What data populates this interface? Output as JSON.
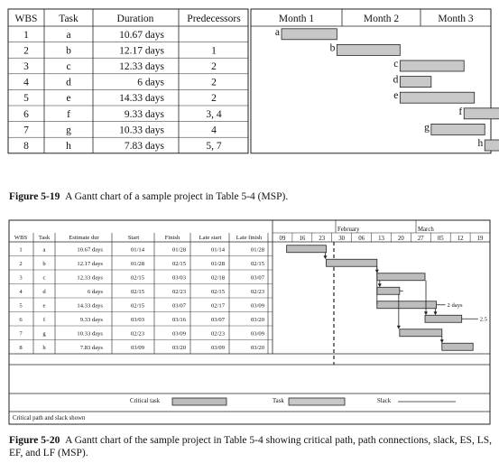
{
  "table1": {
    "headers": [
      "WBS",
      "Task",
      "Duration",
      "Predecessors"
    ],
    "months": [
      "Month 1",
      "Month 2",
      "Month 3"
    ],
    "rows": [
      {
        "wbs": "1",
        "task": "a",
        "duration": "10.67 days",
        "pred": "",
        "start": 0,
        "dur": 10.67
      },
      {
        "wbs": "2",
        "task": "b",
        "duration": "12.17 days",
        "pred": "1",
        "start": 10.67,
        "dur": 12.17
      },
      {
        "wbs": "3",
        "task": "c",
        "duration": "12.33 days",
        "pred": "2",
        "start": 22.84,
        "dur": 12.33
      },
      {
        "wbs": "4",
        "task": "d",
        "duration": "6 days",
        "pred": "2",
        "start": 22.84,
        "dur": 6
      },
      {
        "wbs": "5",
        "task": "e",
        "duration": "14.33 days",
        "pred": "2",
        "start": 22.84,
        "dur": 14.33
      },
      {
        "wbs": "6",
        "task": "f",
        "duration": "9.33 days",
        "pred": "3, 4",
        "start": 35.17,
        "dur": 9.33
      },
      {
        "wbs": "7",
        "task": "g",
        "duration": "10.33 days",
        "pred": "4",
        "start": 28.84,
        "dur": 10.33
      },
      {
        "wbs": "8",
        "task": "h",
        "duration": "7.83 days",
        "pred": "5, 7",
        "start": 39.17,
        "dur": 7.83
      }
    ]
  },
  "caption1": {
    "label": "Figure 5-19",
    "text": "A Gantt chart of a sample project in Table 5-4 (MSP)."
  },
  "table2": {
    "headers": [
      "WBS",
      "Task",
      "Estimate dur",
      "Start",
      "Finish",
      "Late start",
      "Late finish"
    ],
    "months": [
      "February",
      "March"
    ],
    "weeks": [
      "09",
      "16",
      "23",
      "30",
      "06",
      "13",
      "20",
      "27",
      "05",
      "12",
      "19"
    ],
    "rows": [
      {
        "wbs": "1",
        "task": "a",
        "est": "10.67 days",
        "start": "01/14",
        "finish": "01/28",
        "ls": "01/14",
        "lf": "01/28"
      },
      {
        "wbs": "2",
        "task": "b",
        "est": "12.17 days",
        "start": "01/28",
        "finish": "02/15",
        "ls": "01/28",
        "lf": "02/15"
      },
      {
        "wbs": "3",
        "task": "c",
        "est": "12.33 days",
        "start": "02/15",
        "finish": "03/03",
        "ls": "02/18",
        "lf": "03/07"
      },
      {
        "wbs": "4",
        "task": "d",
        "est": "6 days",
        "start": "02/15",
        "finish": "02/23",
        "ls": "02/15",
        "lf": "02/23"
      },
      {
        "wbs": "5",
        "task": "e",
        "est": "14.33 days",
        "start": "02/15",
        "finish": "03/07",
        "ls": "02/17",
        "lf": "03/09"
      },
      {
        "wbs": "6",
        "task": "f",
        "est": "9.33 days",
        "start": "03/03",
        "finish": "03/16",
        "ls": "03/07",
        "lf": "03/20"
      },
      {
        "wbs": "7",
        "task": "g",
        "est": "10.33 days",
        "start": "02/23",
        "finish": "03/09",
        "ls": "02/23",
        "lf": "03/09"
      },
      {
        "wbs": "8",
        "task": "h",
        "est": "7.83 days",
        "start": "03/09",
        "finish": "03/20",
        "ls": "03/09",
        "lf": "03/20"
      }
    ],
    "slack_labels": {
      "e": "2 days",
      "f": "2.5"
    },
    "legend": {
      "critical": "Critical task",
      "task": "Task",
      "slack": "Slack"
    },
    "footer": "Critical path and slack shown"
  },
  "caption2": {
    "label": "Figure 5-20",
    "text": "A Gantt chart of the sample project in Table 5-4 showing critical path, path connections, slack, ES, LS, EF, and LF (MSP)."
  },
  "colors": {
    "bar": "#c8c8c8",
    "critical_bar": "#bdbdbd",
    "line": "#222222"
  }
}
